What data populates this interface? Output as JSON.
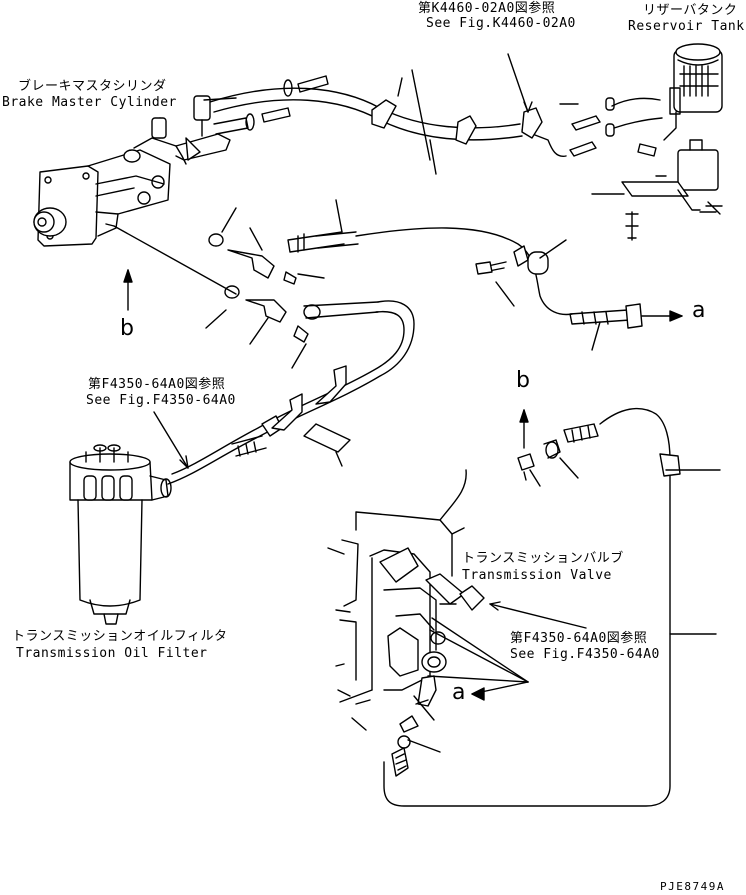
{
  "labels": {
    "ref_k4460_jp": "第K4460-02A0図参照",
    "ref_k4460_en": "See Fig.K4460-02A0",
    "reservoir_jp": "リザーバタンク",
    "reservoir_en": "Reservoir Tank",
    "brake_master_jp": "ブレーキマスタシリンダ",
    "brake_master_en": "Brake Master Cylinder",
    "ref_f4350_top_jp": "第F4350-64A0図参照",
    "ref_f4350_top_en": "See Fig.F4350-64A0",
    "filter_jp": "トランスミッションオイルフィルタ",
    "filter_en": "Transmission Oil Filter",
    "valve_jp": "トランスミッションバルブ",
    "valve_en": "Transmission Valve",
    "ref_f4350_bottom_jp": "第F4350-64A0図参照",
    "ref_f4350_bottom_en": "See Fig.F4350-64A0",
    "marker_a_right": "a",
    "marker_a_bottom": "a",
    "marker_b_left": "b",
    "marker_b_mid": "b",
    "drawing_code": "PJE8749A"
  }
}
